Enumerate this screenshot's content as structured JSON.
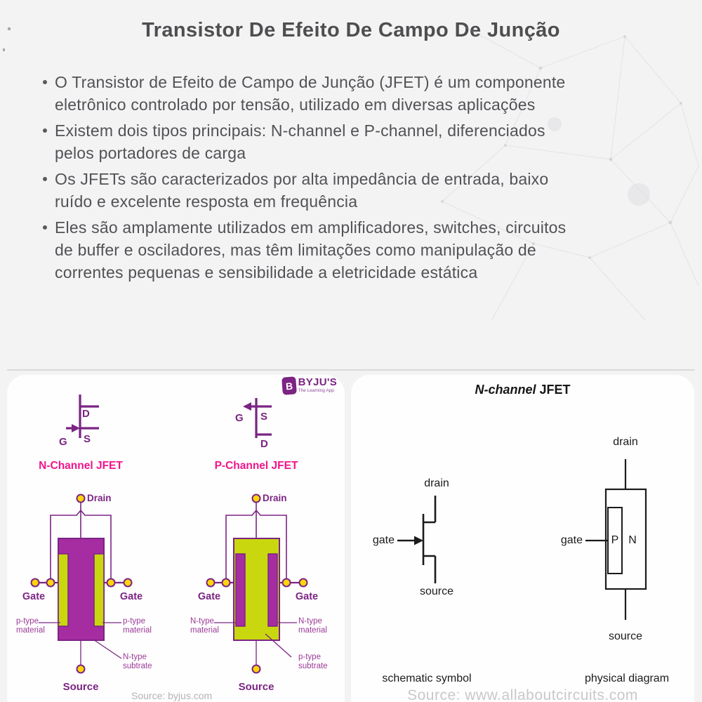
{
  "page": {
    "title": "Transistor De Efeito De Campo De Junção",
    "bullets": [
      {
        "lines": [
          "O Transistor de Efeito de Campo de Junção (JFET) é um componente",
          "eletrônico controlado por tensão, utilizado em diversas aplicações"
        ]
      },
      {
        "lines": [
          "Existem dois tipos principais: N-channel e P-channel, diferenciados",
          "pelos portadores de carga"
        ]
      },
      {
        "lines": [
          "Os JFETs são caracterizados por alta impedância de entrada, baixo",
          "ruído e excelente resposta em frequência"
        ]
      },
      {
        "lines": [
          "Eles são amplamente utilizados em amplificadores, switches, circuitos",
          "de buffer e osciladores, mas têm limitações como manipulação de",
          "correntes pequenas e sensibilidade a eletricidade estática"
        ]
      }
    ]
  },
  "byjus": {
    "logo": {
      "icon_letter": "B",
      "brand": "BYJU'S",
      "tagline": "The Learning App"
    },
    "symbols": {
      "n": {
        "caption": "N-Channel JFET",
        "gate": "G",
        "drain": "D",
        "source": "S"
      },
      "p": {
        "caption": "P-Channel JFET",
        "gate": "G",
        "drain": "D",
        "source": "S"
      }
    },
    "n_diagram": {
      "drain": "Drain",
      "gate": "Gate",
      "source": "Source",
      "material": "p-type\nmaterial",
      "substrate": "N-type\nsubtrate"
    },
    "p_diagram": {
      "drain": "Drain",
      "gate": "Gate",
      "source": "Source",
      "material": "N-type\nmaterial",
      "substrate": "p-type\nsubtrate"
    },
    "credit": "Source: byjus.com",
    "colors": {
      "purple": "#7b2483",
      "magenta": "#a62ca2",
      "green": "#c9d80e",
      "yellow": "#ffd60a",
      "pink": "#f2148c"
    }
  },
  "aac": {
    "title": {
      "italic": "N-channel",
      "rest": " JFET"
    },
    "schematic": {
      "drain": "drain",
      "gate": "gate",
      "source": "source",
      "caption": "schematic symbol"
    },
    "physical": {
      "drain": "drain",
      "gate": "gate",
      "source": "source",
      "p_region": "P",
      "n_region": "N",
      "caption": "physical diagram"
    },
    "credit": "Source: www.allaboutcircuits.com"
  }
}
